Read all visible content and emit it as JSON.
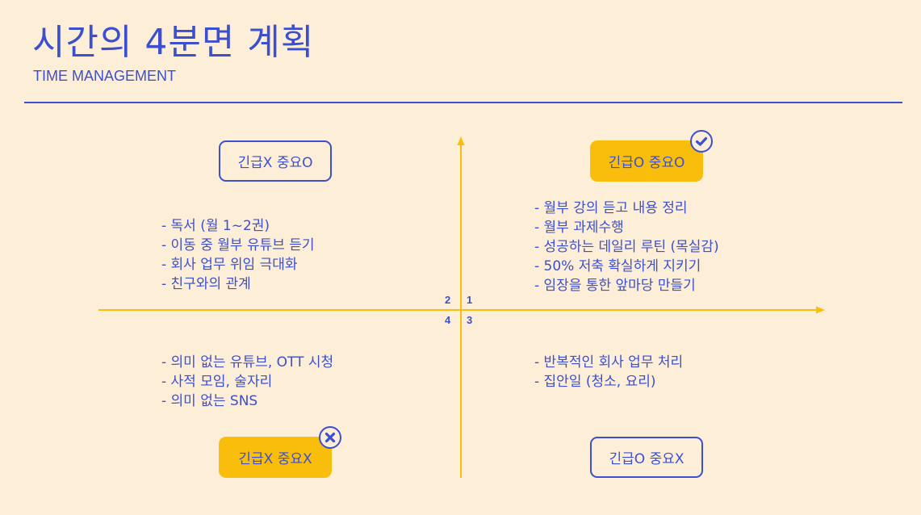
{
  "header": {
    "title": "시간의 4분면 계획",
    "subtitle": "TIME MANAGEMENT"
  },
  "axes": {
    "quadrant_numbers": [
      "1",
      "2",
      "3",
      "4"
    ]
  },
  "quadrants": {
    "q1": {
      "label": "긴급O 중요O",
      "label_style": "filled",
      "badge": "check-icon",
      "items": [
        "- 월부 강의 듣고 내용 정리",
        "- 월부 과제수행",
        "- 성공하는 데일리 루틴 (목실감)",
        "- 50% 저축 확실하게 지키기",
        "- 임장을 통한 앞마당 만들기"
      ]
    },
    "q2": {
      "label": "긴급X 중요O",
      "label_style": "outline",
      "items": [
        "- 독서 (월 1~2권)",
        "- 이동 중 월부 유튜브 듣기",
        "- 회사 업무 위임 극대화",
        "- 친구와의 관계"
      ]
    },
    "q3": {
      "label": "긴급O 중요X",
      "label_style": "outline",
      "items": [
        "- 반복적인 회사 업무 처리",
        "- 집안일 (청소, 요리)"
      ]
    },
    "q4": {
      "label": "긴급X 중요X",
      "label_style": "filled",
      "badge": "close-icon",
      "items": [
        "- 의미 없는 유튜브, OTT 시청",
        "- 사적 모임, 술자리",
        "- 의미 없는 SNS"
      ]
    }
  },
  "colors": {
    "background": "#fdeed8",
    "primary": "#3b4fcf",
    "accent": "#f9be0c"
  }
}
